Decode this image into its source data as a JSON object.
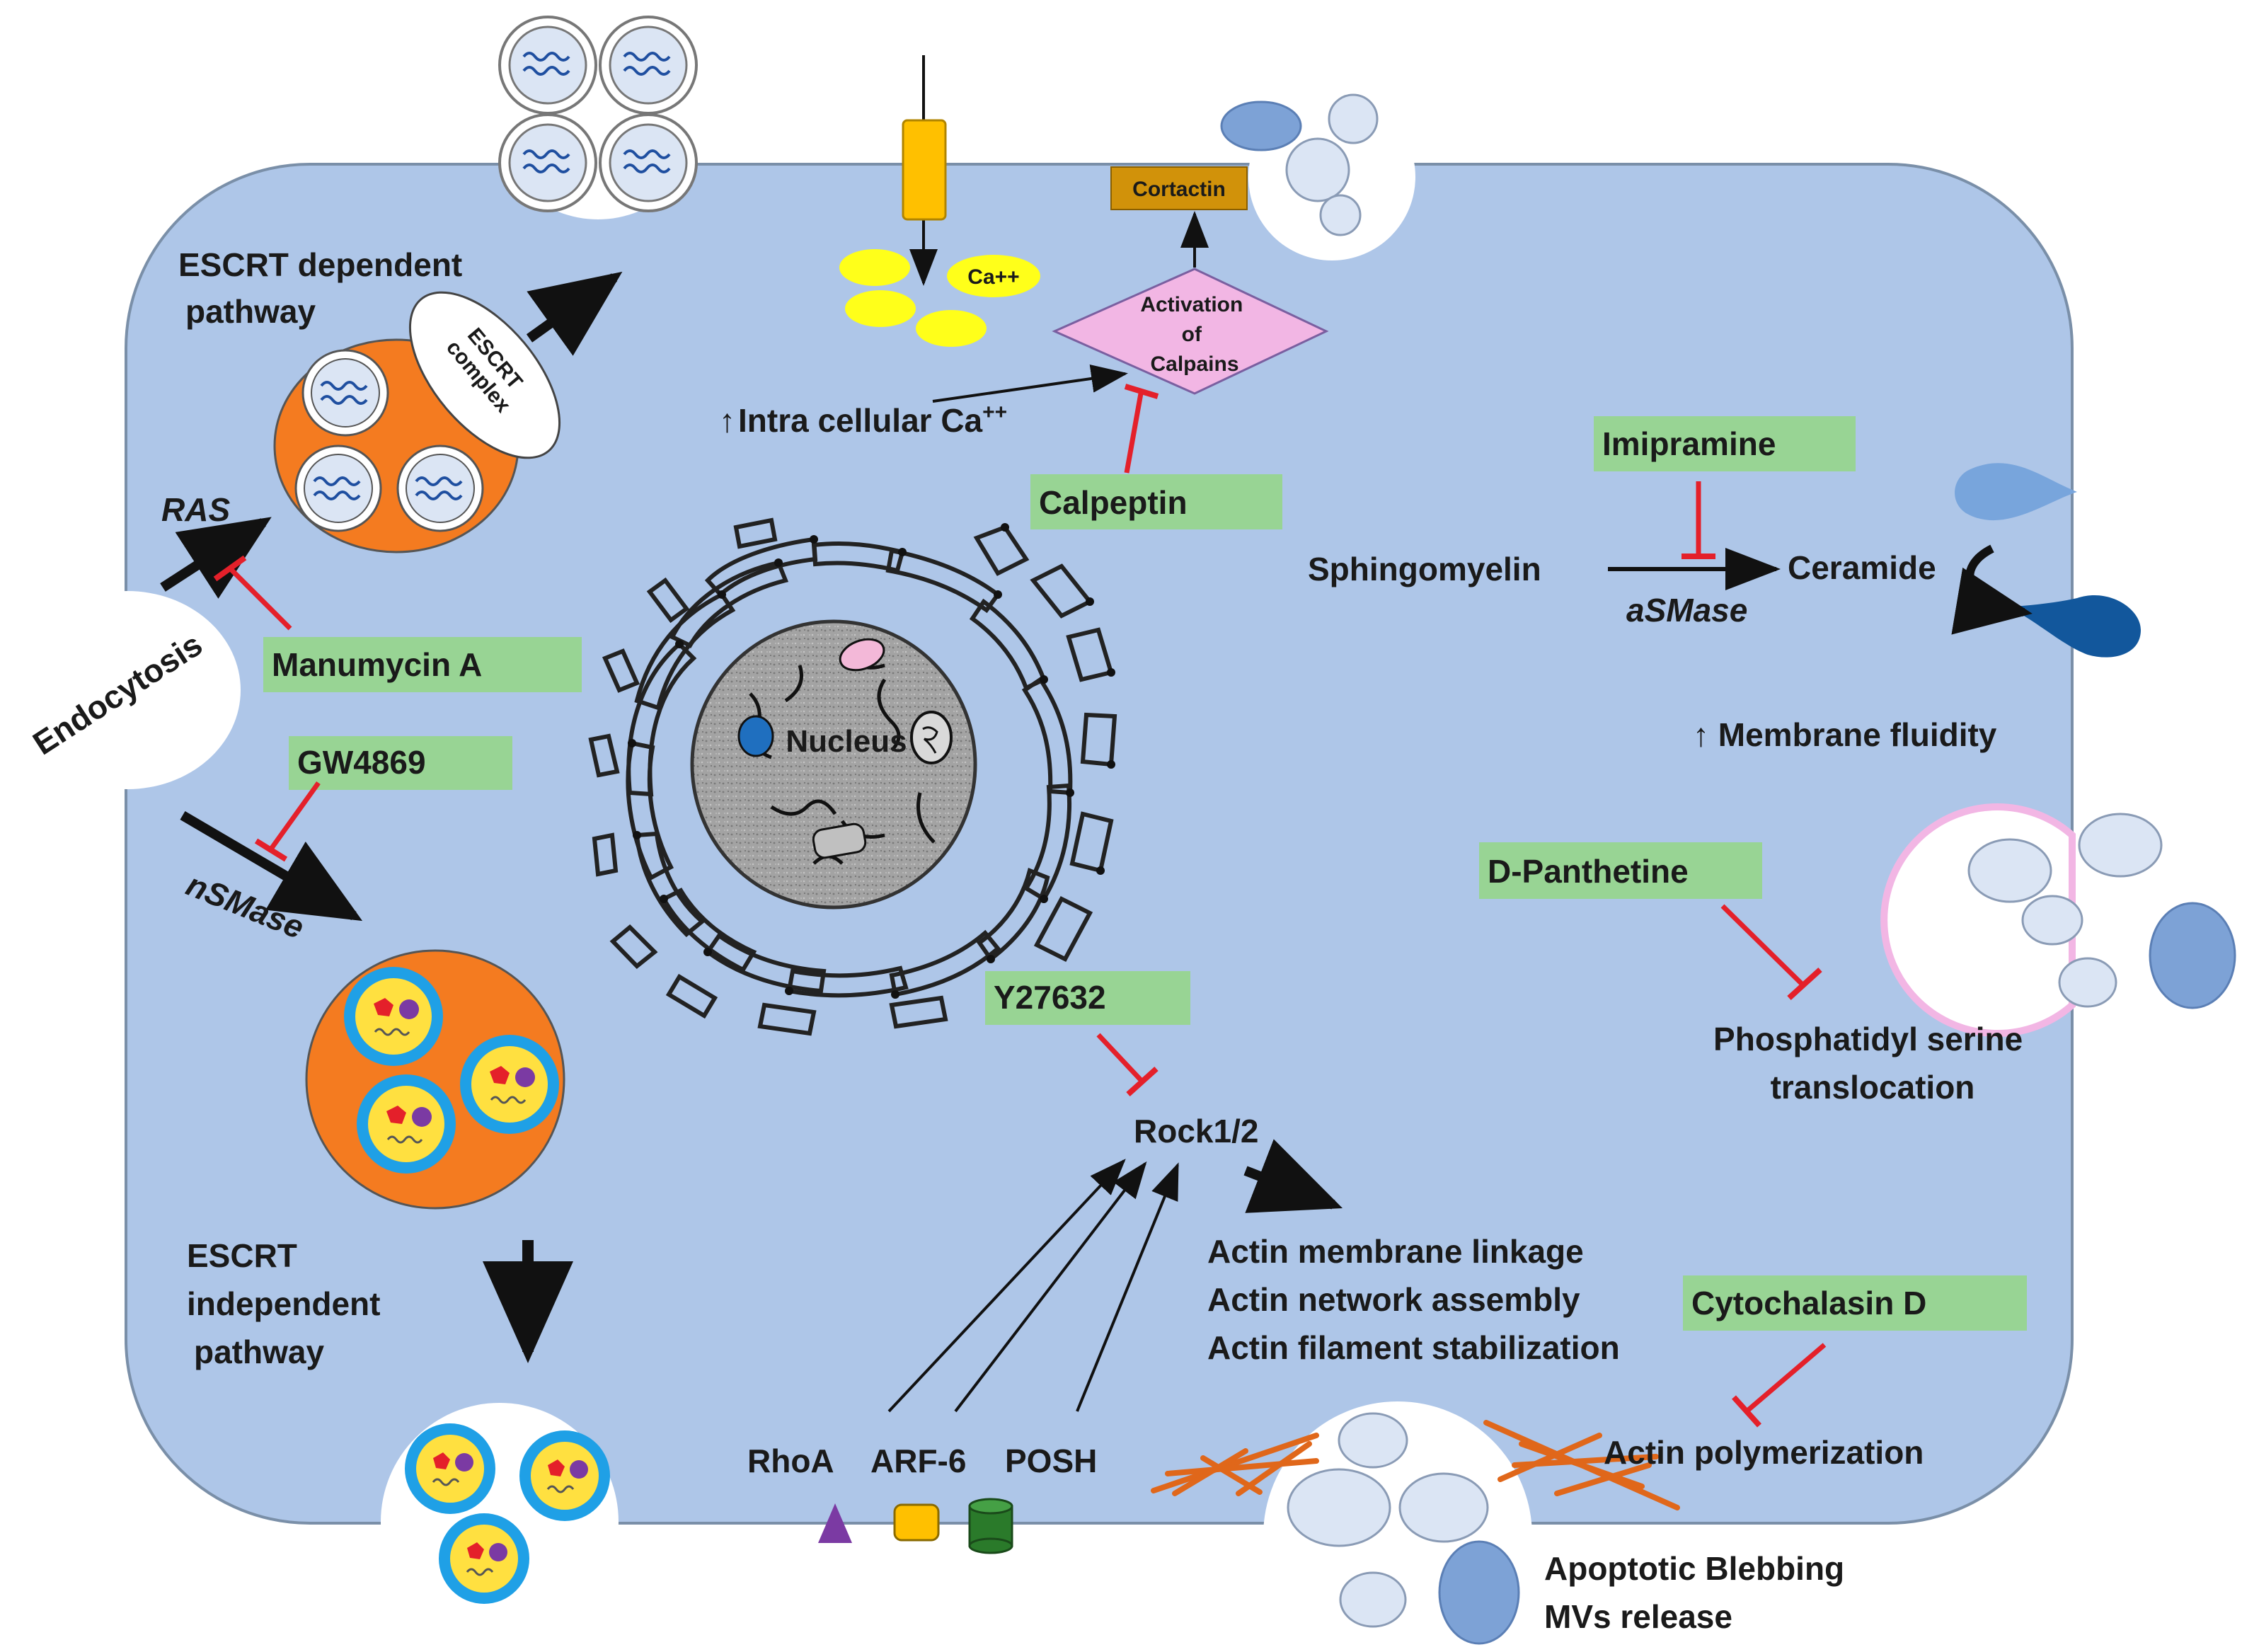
{
  "colors": {
    "cell_fill": "#aec6e8",
    "cell_stroke": "#7a8fa8",
    "orange": "#f47b20",
    "drug_box": "#98d494",
    "inhibitor": "#e4202a",
    "arrow": "#111111",
    "cortactin_box": "#d1920a",
    "calpain_diamond": "#f2b6e4",
    "yellow": "#ffff1a",
    "channel": "#ffc000",
    "vesicle_light": "#dbe5f4",
    "vesicle_dark": "#7da2d6",
    "droplet_dark": "#12579c",
    "droplet_light": "#78a5dc",
    "nucleus": "#9c9c9c",
    "actin": "#e0671a",
    "purple": "#7b3aa3",
    "cyan_ring": "#1fa0e6",
    "green_cyl": "#2a7a2a"
  },
  "labels": {
    "escrt_dependent": [
      "ESCRT dependent",
      "pathway"
    ],
    "escrt_complex": [
      "ESCRT",
      "complex"
    ],
    "ras": "RAS",
    "endocytosis": "Endocytosis",
    "nsmase": "nSMase",
    "escrt_independent": [
      "ESCRT",
      "independent",
      "pathway"
    ],
    "ca_ion": "Ca++",
    "cortactin": "Cortactin",
    "calpains": [
      "Activation",
      "of",
      "Calpains"
    ],
    "intra_ca_arrow": "↑",
    "intra_ca": "Intra cellular Ca",
    "intra_ca_sup": "++",
    "nucleus": "Nucleus",
    "sphingomyelin": "Sphingomyelin",
    "ceramide": "Ceramide",
    "asmase": "aSMase",
    "membrane_fluidity": "↑  Membrane fluidity",
    "ps_translocation": [
      "Phosphatidyl serine",
      "translocation"
    ],
    "rock": "Rock1/2",
    "actin_effects": [
      "Actin membrane linkage",
      "Actin network assembly",
      "Actin filament stabilization"
    ],
    "actin_polymerization": "Actin polymerization",
    "rhoa": "RhoA",
    "arf6": "ARF-6",
    "posh": "POSH",
    "apoptotic": [
      "Apoptotic Blebbing",
      "MVs release"
    ]
  },
  "drugs": {
    "manumycin": "Manumycin A",
    "gw4869": "GW4869",
    "calpeptin": "Calpeptin",
    "imipramine": "Imipramine",
    "d_panthetine": "D-Panthetine",
    "y27632": "Y27632",
    "cytochalasin": "Cytochalasin D"
  }
}
